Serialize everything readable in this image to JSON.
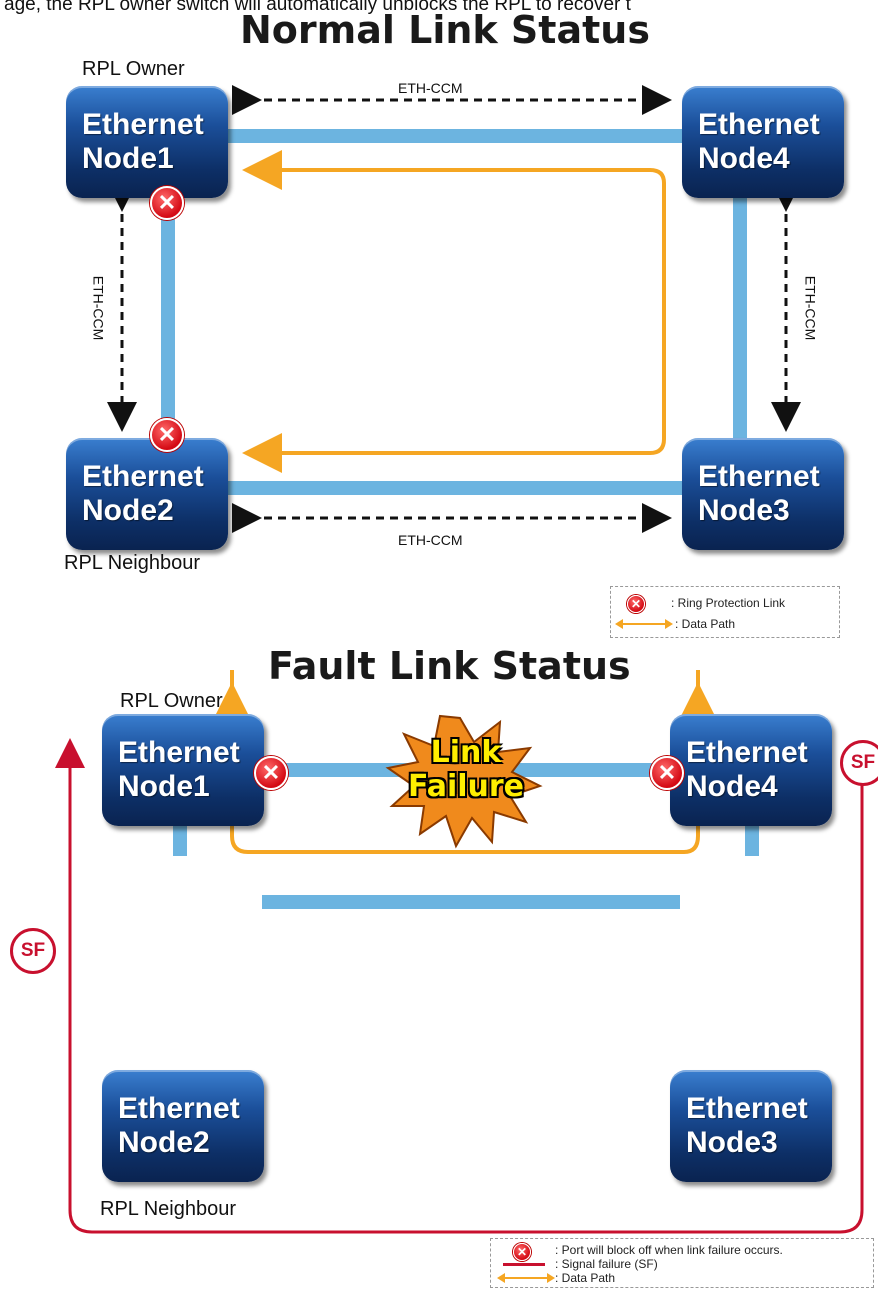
{
  "header_text": "age, the RPL owner switch will automatically unblocks the RPL to recover t",
  "normal": {
    "title": "Normal Link Status",
    "rpl_owner": "RPL Owner",
    "rpl_neighbour": "RPL Neighbour",
    "eth_ccm_top": "ETH-CCM",
    "eth_ccm_bottom": "ETH-CCM",
    "eth_ccm_left": "ETH-CCM",
    "eth_ccm_right": "ETH-CCM",
    "nodes": [
      {
        "line1": "Ethernet",
        "line2": "Node1"
      },
      {
        "line1": "Ethernet",
        "line2": "Node2"
      },
      {
        "line1": "Ethernet",
        "line2": "Node3"
      },
      {
        "line1": "Ethernet",
        "line2": "Node4"
      }
    ],
    "legend": {
      "ring_protection": ": Ring Protection Link",
      "data_path": ": Data Path"
    }
  },
  "fault": {
    "title": "Fault Link Status",
    "rpl_owner": "RPL Owner",
    "rpl_neighbour": "RPL Neighbour",
    "failure_line1": "Link",
    "failure_line2": "Failure",
    "sf_label": "SF",
    "nodes": [
      {
        "line1": "Ethernet",
        "line2": "Node1"
      },
      {
        "line1": "Ethernet",
        "line2": "Node2"
      },
      {
        "line1": "Ethernet",
        "line2": "Node3"
      },
      {
        "line1": "Ethernet",
        "line2": "Node4"
      }
    ],
    "legend": {
      "port_block": ": Port will block off when link failure occurs.",
      "signal_failure": ": Signal failure (SF)",
      "data_path": ": Data Path"
    }
  },
  "colors": {
    "link": "#6cb4e0",
    "data_path": "#f5a623",
    "signal_failure": "#c8102e",
    "node": "#1b4f9a"
  }
}
